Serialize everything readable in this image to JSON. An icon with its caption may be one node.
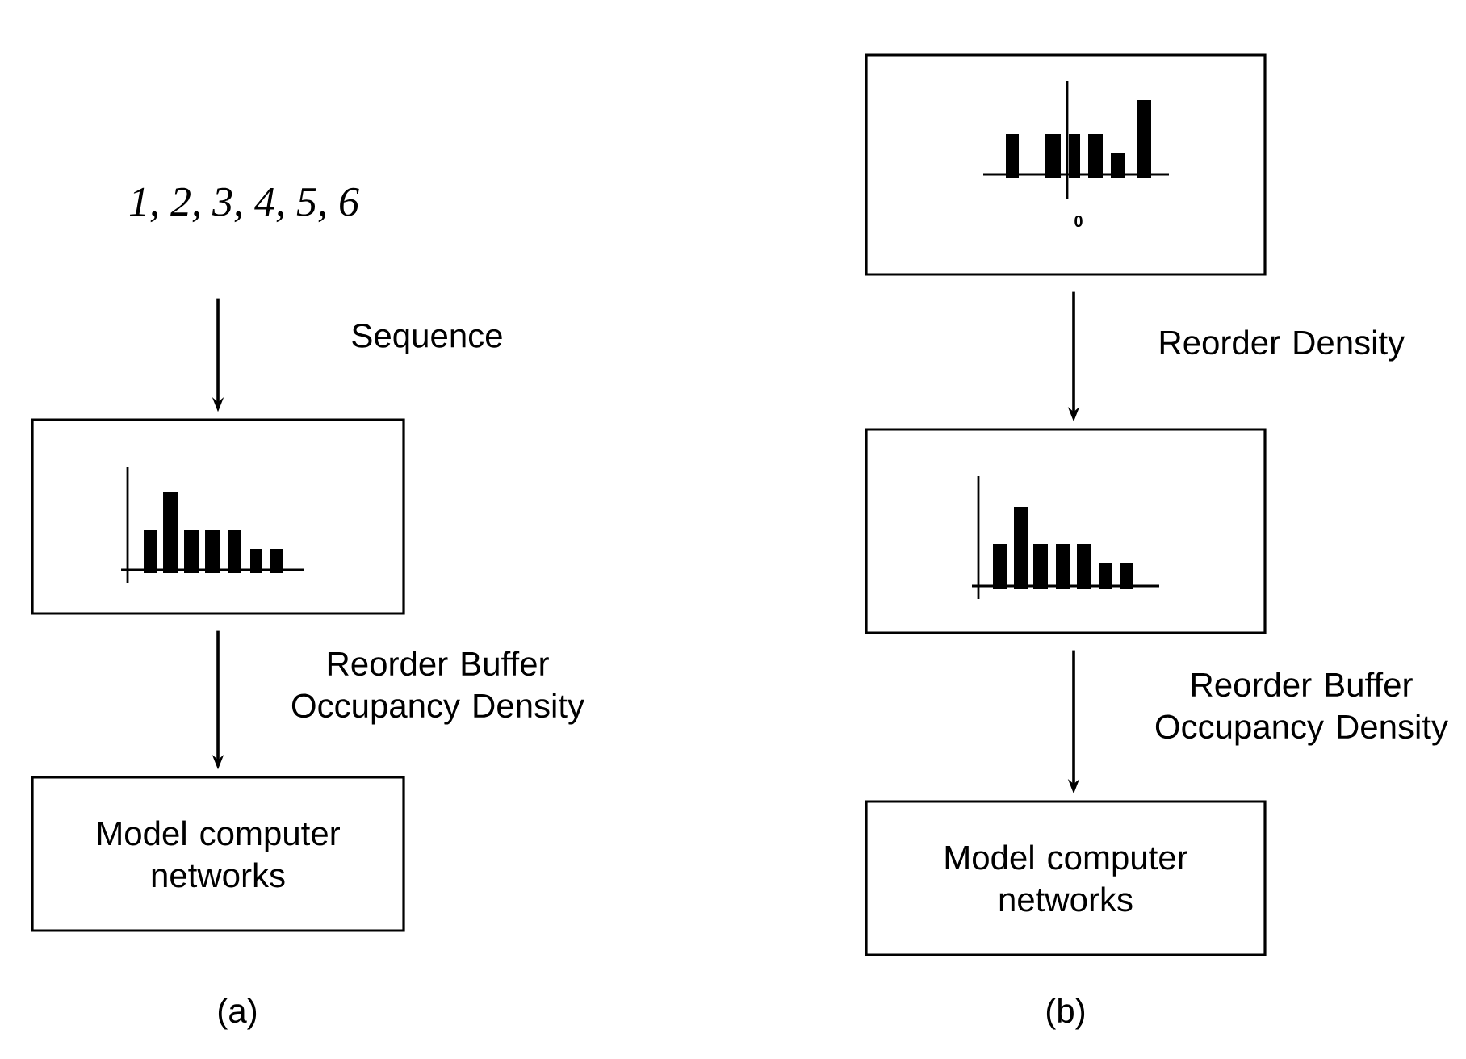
{
  "diagram": {
    "nodes": [
      {
        "text": [
          "*1, 2, 3, 4, 5, 6*"
        ]
      },
      {
        "text": [],
        "shape": "box"
      },
      {
        "text": [
          "Model computer networks"
        ]
      },
      {
        "text": [],
        "shape": "box"
      },
      {
        "text": [],
        "shape": "box"
      },
      {
        "text": [
          "Model computer networks"
        ]
      }
    ],
    "edges": [
      {
        "from": 0,
        "to": 1,
        "arrow": "to",
        "label": "Sequence"
      },
      {
        "from": 1,
        "to": 2,
        "arrow": "to",
        "label": "Reorder Buffer Occupancy Density"
      },
      {
        "from": 3,
        "to": 4,
        "arrow": "to",
        "label": "Reorder Density"
      },
      {
        "from": 4,
        "to": 5,
        "arrow": "to",
        "label": "Reorder Buffer Occupancy Density"
      }
    ],
    "labels": [
      "0",
      "(a)",
      "(b)"
    ]
  }
}
